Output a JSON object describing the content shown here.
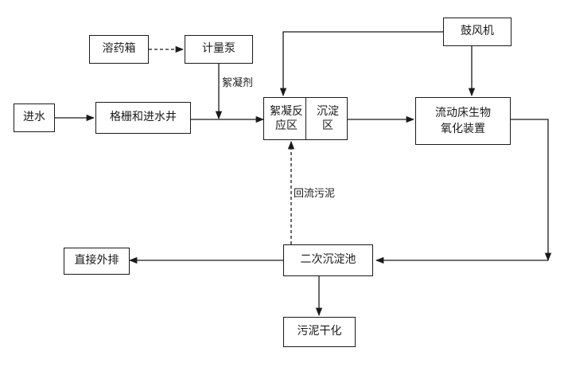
{
  "nodes": {
    "dosing_tank": "溶药箱",
    "metering_pump": "计量泵",
    "inlet": "进水",
    "screen_well": "格栅和进水井",
    "reaction_zone": "絮凝反应区",
    "settling_zone": "沉淀区",
    "blower": "鼓风机",
    "fluidized_bed": "流动床生物氧化装置",
    "secondary_clarifier": "二次沉淀池",
    "discharge": "直接外排",
    "sludge_drying": "污泥干化"
  },
  "labels": {
    "flocculant": "絮凝剂",
    "return_sludge": "回流污泥"
  }
}
